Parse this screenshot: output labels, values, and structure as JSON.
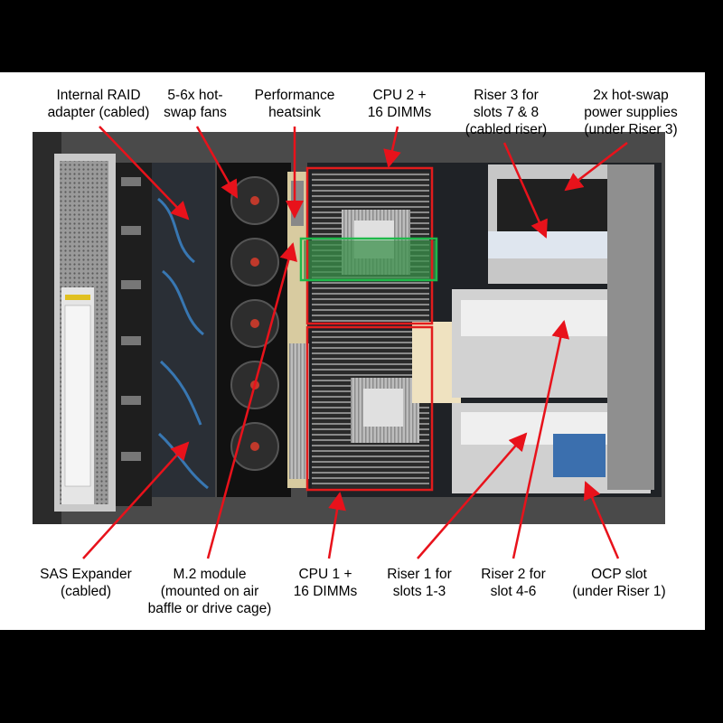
{
  "title": "",
  "labels": {
    "raid": [
      "Internal RAID",
      "adapter (cabled)"
    ],
    "fans": [
      "5-6x hot-",
      "swap fans"
    ],
    "heatsink": [
      "Performance",
      "heatsink"
    ],
    "cpu2": [
      "CPU 2 +",
      "16 DIMMs"
    ],
    "riser3": [
      "Riser 3 for",
      "slots 7 & 8",
      "(cabled riser)"
    ],
    "psu": [
      "2x hot-swap",
      "power supplies",
      "(under Riser 3)"
    ],
    "sas": [
      "SAS Expander",
      "(cabled)"
    ],
    "m2": [
      "M.2 module",
      "(mounted on air",
      "baffle or drive cage)"
    ],
    "cpu1": [
      "CPU 1 +",
      "16 DIMMs"
    ],
    "riser1": [
      "Riser 1 for",
      "slots 1-3"
    ],
    "riser2": [
      "Riser 2 for",
      "slot 4-6"
    ],
    "ocp": [
      "OCP slot",
      "(under Riser 1)"
    ]
  },
  "colors": {
    "callout": "#e8121b",
    "highlight_red": "#e21c1c",
    "highlight_green": "#1fb84a"
  }
}
